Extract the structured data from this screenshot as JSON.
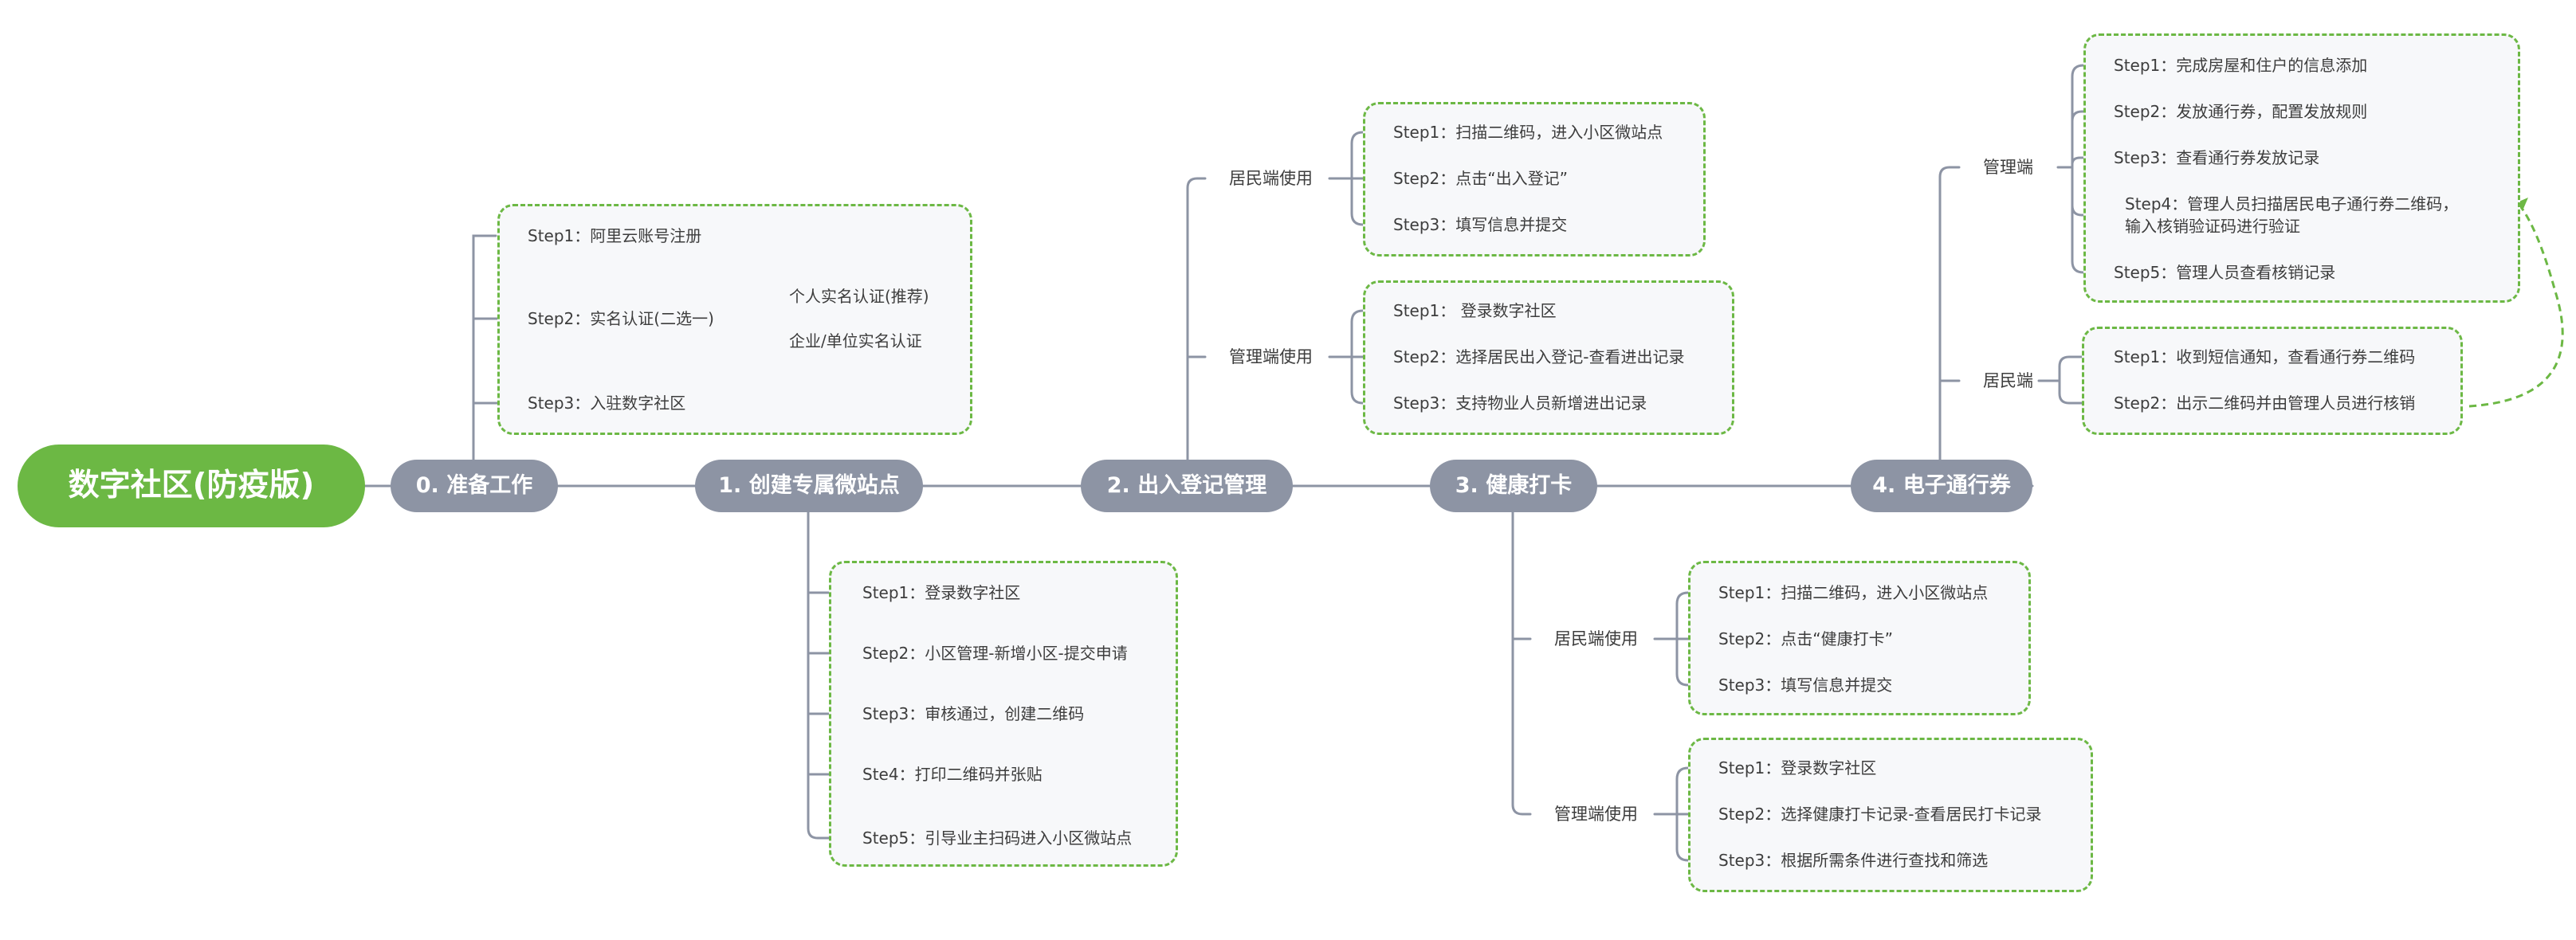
{
  "title": "数字社区(防疫版)",
  "colors": {
    "accent": "#6cb844",
    "node": "#8d94a4",
    "line": "#8d94a4",
    "box_bg": "#f7f8fa"
  },
  "branches": [
    {
      "label": "0. 准备工作",
      "steps": [
        "Step1：阿里云账号注册",
        "Step2：实名认证(二选一)",
        "Step3：入驻数字社区"
      ],
      "options": [
        "个人实名认证(推荐)",
        "企业/单位实名认证"
      ]
    },
    {
      "label": "1. 创建专属微站点",
      "steps": [
        "Step1：登录数字社区",
        "Step2：小区管理-新增小区-提交申请",
        "Step3：审核通过，创建二维码",
        "Ste4：打印二维码并张贴",
        "Step5：引导业主扫码进入小区微站点"
      ]
    },
    {
      "label": "2. 出入登记管理",
      "groups": [
        {
          "label": "居民端使用",
          "steps": [
            "Step1：扫描二维码，进入小区微站点",
            "Step2：点击“出入登记”",
            "Step3：填写信息并提交"
          ]
        },
        {
          "label": "管理端使用",
          "steps": [
            "Step1： 登录数字社区",
            "Step2：选择居民出入登记-查看进出记录",
            "Step3：支持物业人员新增进出记录"
          ]
        }
      ]
    },
    {
      "label": "3. 健康打卡",
      "groups": [
        {
          "label": "居民端使用",
          "steps": [
            "Step1：扫描二维码，进入小区微站点",
            "Step2：点击“健康打卡”",
            "Step3：填写信息并提交"
          ]
        },
        {
          "label": "管理端使用",
          "steps": [
            "Step1：登录数字社区",
            "Step2：选择健康打卡记录-查看居民打卡记录",
            "Step3：根据所需条件进行查找和筛选"
          ]
        }
      ]
    },
    {
      "label": "4. 电子通行券",
      "groups": [
        {
          "label": "管理端",
          "steps": [
            "Step1：完成房屋和住户的信息添加",
            "Step2：发放通行券，配置发放规则",
            "Step3：查看通行券发放记录",
            "Step4：管理人员扫描居民电子通行券二维码，",
            "输入核销验证码进行验证",
            "Step5：管理人员查看核销记录"
          ]
        },
        {
          "label": "居民端",
          "steps": [
            "Step1：收到短信通知，查看通行券二维码",
            "Step2：出示二维码并由管理人员进行核销"
          ]
        }
      ]
    }
  ]
}
